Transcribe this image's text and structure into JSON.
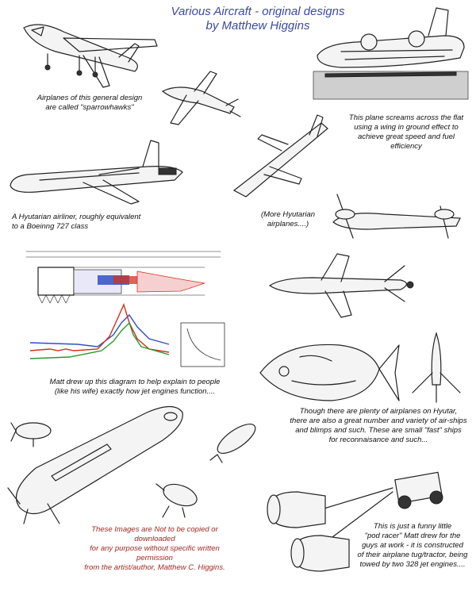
{
  "title": {
    "line1": "Various Aircraft - original designs",
    "line2": "by Matthew Higgins"
  },
  "captions": {
    "sparrowhawks_1": "Airplanes of this general design",
    "sparrowhawks_2": "are called \"sparrowhawks\"",
    "ground_effect_1": "This plane screams across the flat",
    "ground_effect_2": "using a wing in ground effect to",
    "ground_effect_3": "achieve great speed and fuel",
    "ground_effect_4": "efficiency",
    "airliner_1": "A Hyutarian airliner, roughly equivalent",
    "airliner_2": "to a Boeinng 727 class",
    "more_1": "(More Hyutarian",
    "more_2": "airplanes....)",
    "diagram_1": "Matt drew up this diagram to help explain to people",
    "diagram_2": "(like his wife) exactly how jet engines function....",
    "airships_1": "Though there are plenty of airplanes on Hyutar,",
    "airships_2": "there are also a great number and variety of air-ships",
    "airships_3": "and blimps and such. These are small \"fast\" ships",
    "airships_4": "for reconnaisance and such...",
    "pod_1": "This is just a funny little",
    "pod_2": "\"pod racer\" Matt drew for the",
    "pod_3": "guys at work - it is constructed",
    "pod_4": "of their airplane tug/tractor, being",
    "pod_5": "towed by two 328 jet engines...."
  },
  "notice": {
    "line1": "These Images are Not to be copied or downloaded",
    "line2": "for any purpose without specific written permission",
    "line3": "from the artist/author, Matthew C. Higgins."
  },
  "colors": {
    "title": "#3b4aa0",
    "notice": "#a02a22",
    "diagram_red": "#d03020",
    "diagram_green": "#2a9a2a",
    "diagram_blue": "#3050c0"
  }
}
